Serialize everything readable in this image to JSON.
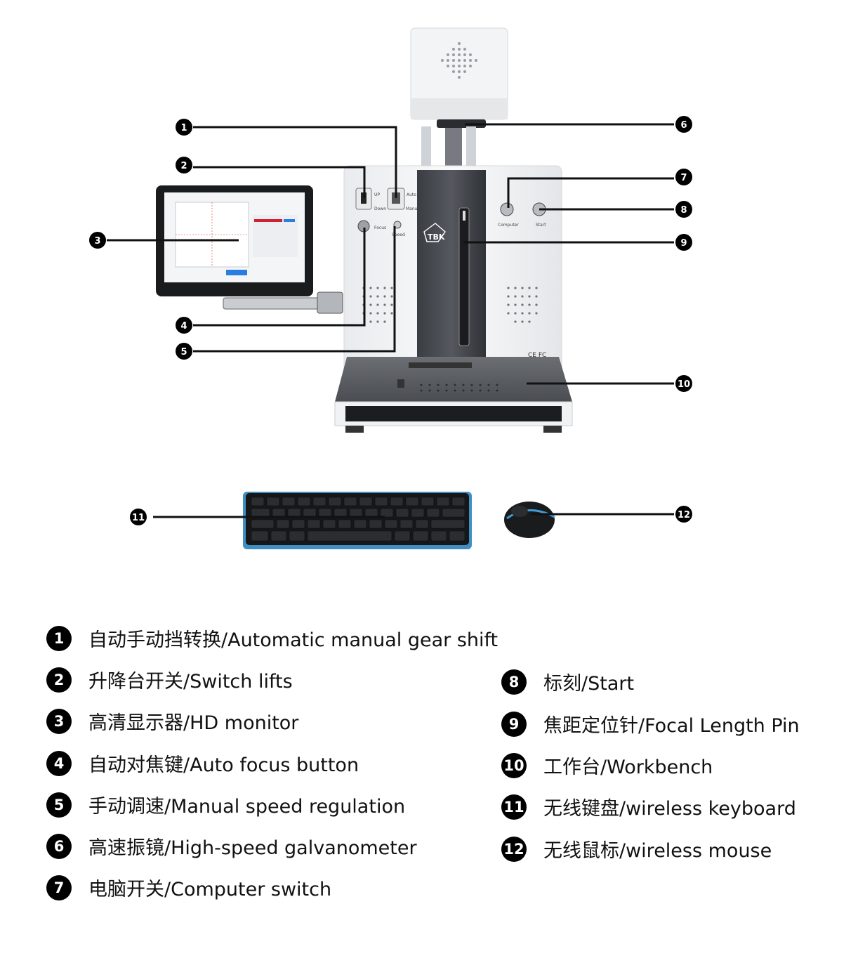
{
  "callouts": [
    {
      "n": "1"
    },
    {
      "n": "2"
    },
    {
      "n": "3"
    },
    {
      "n": "4"
    },
    {
      "n": "5"
    },
    {
      "n": "6"
    },
    {
      "n": "7"
    },
    {
      "n": "8"
    },
    {
      "n": "9"
    },
    {
      "n": "10"
    },
    {
      "n": "11"
    },
    {
      "n": "12"
    }
  ],
  "panel_labels": {
    "up": "UP",
    "down": "Down",
    "auto": "Auto",
    "manual": "Manual",
    "focus": "Focus",
    "speed": "Speed",
    "computer": "Computer",
    "start": "Start",
    "brand": "TBK",
    "cert": "CE FC"
  },
  "legend": [
    {
      "n": "1",
      "text": "自动手动挡转换/Automatic manual gear shift"
    },
    {
      "n": "2",
      "text": "升降台开关/Switch lifts"
    },
    {
      "n": "3",
      "text": "高清显示器/HD monitor"
    },
    {
      "n": "4",
      "text": "自动对焦键/Auto focus button"
    },
    {
      "n": "5",
      "text": "手动调速/Manual speed regulation"
    },
    {
      "n": "6",
      "text": "高速振镜/High-speed galvanometer"
    },
    {
      "n": "7",
      "text": "电脑开关/Computer switch"
    },
    {
      "n": "8",
      "text": "标刻/Start"
    },
    {
      "n": "9",
      "text": "焦距定位针/Focal Length Pin"
    },
    {
      "n": "10",
      "text": "工作台/Workbench"
    },
    {
      "n": "11",
      "text": "无线键盘/wireless keyboard"
    },
    {
      "n": "12",
      "text": "无线鼠标/wireless mouse"
    }
  ]
}
